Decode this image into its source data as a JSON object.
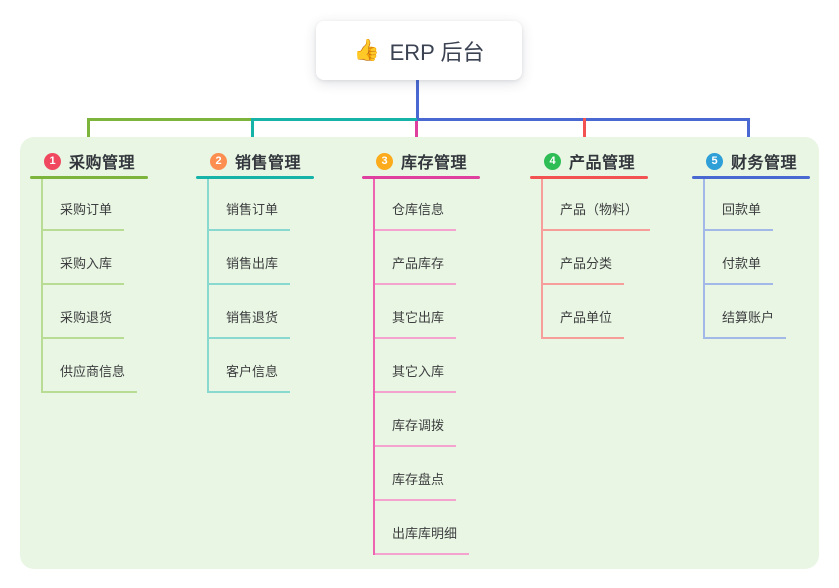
{
  "root": {
    "icon": "👍",
    "title": "ERP 后台"
  },
  "connectors": {
    "stem_color": "#4968d2"
  },
  "branches": [
    {
      "num": "1",
      "title": "采购管理",
      "badge_color": "#f0485f",
      "line_color": "#7db53c",
      "vline_color": "#b9dc94",
      "light_color": "#b9dc94",
      "children": [
        "采购订单",
        "采购入库",
        "采购退货",
        "供应商信息"
      ]
    },
    {
      "num": "2",
      "title": "销售管理",
      "badge_color": "#fc8e50",
      "line_color": "#16b3a9",
      "vline_color": "#8ad9d1",
      "light_color": "#8ad9d1",
      "children": [
        "销售订单",
        "销售出库",
        "销售退货",
        "客户信息"
      ]
    },
    {
      "num": "3",
      "title": "库存管理",
      "badge_color": "#fcab1c",
      "line_color": "#df3f9e",
      "vline_color": "#ee64b0",
      "light_color": "#f4a3ce",
      "children": [
        "仓库信息",
        "产品库存",
        "其它出库",
        "其它入库",
        "库存调拨",
        "库存盘点",
        "出库库明细"
      ]
    },
    {
      "num": "4",
      "title": "产品管理",
      "badge_color": "#2ebd55",
      "line_color": "#f25252",
      "vline_color": "#f79e9d",
      "light_color": "#f79e9d",
      "children": [
        "产品（物料）",
        "产品分类",
        "产品单位"
      ]
    },
    {
      "num": "5",
      "title": "财务管理",
      "badge_color": "#2f9fd8",
      "line_color": "#4968d2",
      "vline_color": "#a2b9e8",
      "light_color": "#a2b9e8",
      "children": [
        "回款单",
        "付款单",
        "结算账户"
      ]
    }
  ]
}
